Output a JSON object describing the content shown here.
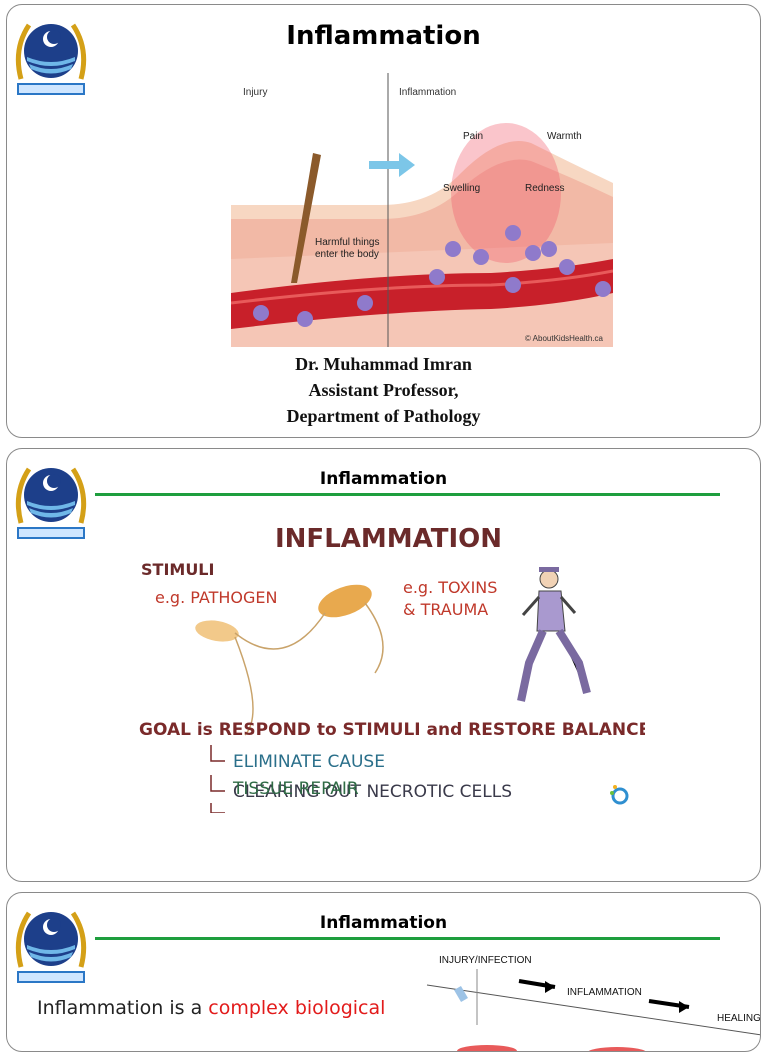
{
  "slide1": {
    "title": "Inflammation",
    "figure": {
      "label_injury": "Injury",
      "label_inflammation": "Inflammation",
      "label_pain": "Pain",
      "label_warmth": "Warmth",
      "label_swelling": "Swelling",
      "label_redness": "Redness",
      "label_harmful_1": "Harmful things",
      "label_harmful_2": "enter the body",
      "credit": "© AboutKidsHealth.ca"
    },
    "author_name": "Dr. Muhammad Imran",
    "author_title": "Assistant Professor,",
    "author_dept": "Department of Pathology"
  },
  "slide2": {
    "title": "Inflammation",
    "figure": {
      "heading": "INFLAMMATION",
      "stimuli": "STIMULI",
      "pathogen": "e.g. PATHOGEN",
      "toxins_1": "e.g. TOXINS",
      "toxins_2": "& TRAUMA",
      "goal": "GOAL is RESPOND to STIMULI and RESTORE BALANCE",
      "point_1": "ELIMINATE CAUSE",
      "point_2": "CLEARING OUT NECROTIC CELLS",
      "point_3": "TISSUE REPAIR"
    }
  },
  "slide3": {
    "title": "Inflammation",
    "body_prefix": "Inflammation is a ",
    "body_highlight": "complex biological",
    "figure": {
      "injury": "INJURY/INFECTION",
      "inflammation": "INFLAMMATION",
      "healing": "HEALING"
    }
  },
  "colors": {
    "rule_green": "#1e9e3e",
    "highlight_red": "#e21b1b",
    "goal_maroon": "#7a2a2a",
    "point_teal": "#2a6f8a",
    "point_green": "#2f6b45"
  }
}
